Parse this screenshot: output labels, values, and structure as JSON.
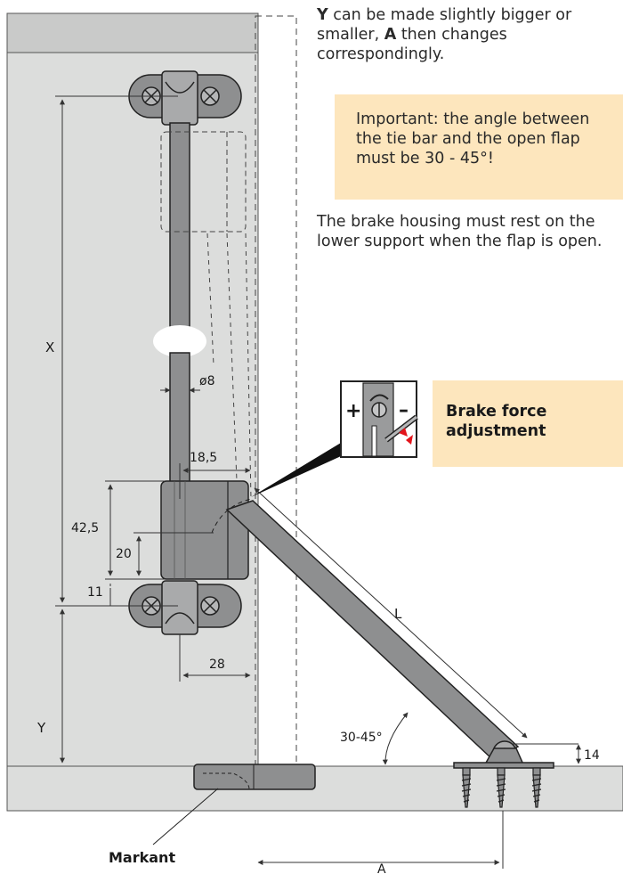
{
  "notes": {
    "y_note_bold_1": "Y",
    "y_note_mid": " can be made slightly bigger or smaller, ",
    "y_note_bold_2": "A",
    "y_note_end": " then changes correspondingly.",
    "important": "Important: the angle between the tie bar and the open flap must be 30 - 45°!",
    "brake_housing": "The brake housing must rest on the lower support when the flap is open.",
    "brake_force": "Brake force adjustment"
  },
  "dimensions": {
    "x": "X",
    "y": "Y",
    "l": "L",
    "a": "A",
    "d8": "ø8",
    "d18_5": "18,5",
    "d42_5": "42,5",
    "d20": "20",
    "d11": "11",
    "d28": "28",
    "d14": "14",
    "angle": "30-45°"
  },
  "labels": {
    "markant": "Markant"
  },
  "detail": {
    "plus": "+",
    "minus": "–"
  },
  "colors": {
    "panel": "#dcdddc",
    "panel_dark": "#c9cac9",
    "metal": "#8e8f90",
    "metal_light": "#a9aaab",
    "box": "#fde6bd",
    "line": "#333333",
    "accent_red": "#e3141b"
  }
}
